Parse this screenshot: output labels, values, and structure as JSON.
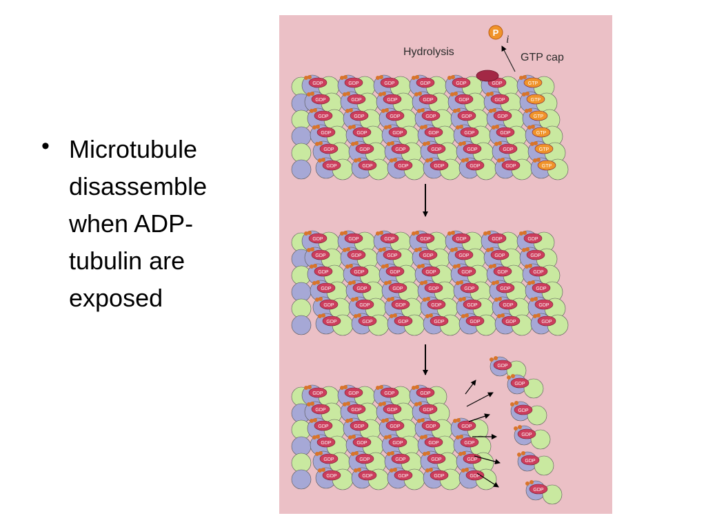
{
  "slide": {
    "bullet_marker": "•",
    "bullet_lines": [
      "Microtubule",
      "disassemble",
      "when ADP-",
      "tubulin are",
      "exposed"
    ]
  },
  "figure": {
    "background_color": "#ebc0c6",
    "alpha_tubulin_color": "#c9e9a0",
    "beta_tubulin_color": "#a6a8d6",
    "nucleotide_color": "#cc3d5c",
    "gtp_color": "#f0932a",
    "phosphate_color": "#d9742a",
    "hydrolysis_label": "Hydrolysis",
    "gtp_cap_label": "GTP cap",
    "pi_symbol": "P",
    "pi_subscript": "i",
    "gdp_label": "GDP",
    "gtp_label": "GTP"
  }
}
